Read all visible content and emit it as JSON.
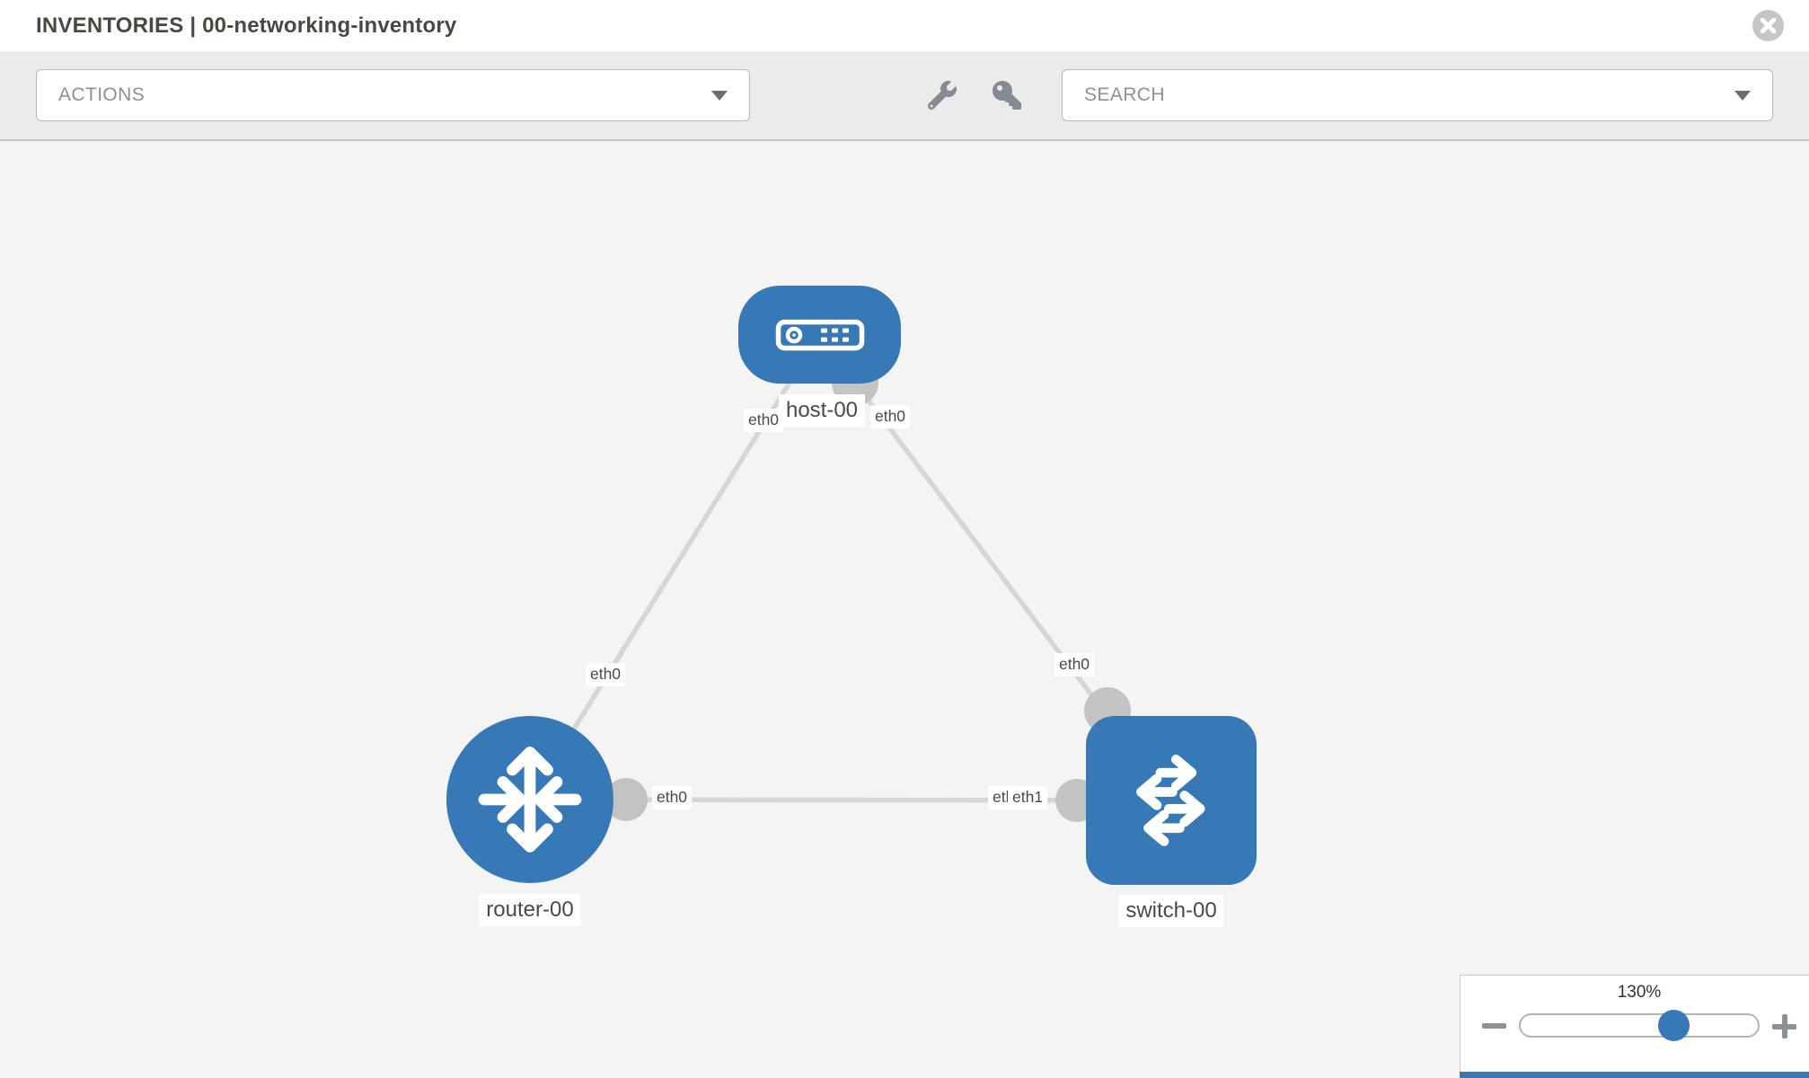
{
  "header": {
    "title": "INVENTORIES | 00-networking-inventory"
  },
  "toolbar": {
    "actions_label": "ACTIONS",
    "search_label": "SEARCH",
    "icons": [
      "wrench-icon",
      "key-icon"
    ]
  },
  "topology": {
    "nodes": [
      {
        "id": "host-00",
        "type": "host",
        "label": "host-00"
      },
      {
        "id": "router-00",
        "type": "router",
        "label": "router-00"
      },
      {
        "id": "switch-00",
        "type": "switch",
        "label": "switch-00"
      }
    ],
    "links": [
      {
        "from": "host-00",
        "to": "router-00",
        "from_if": "eth0",
        "to_if": "eth0"
      },
      {
        "from": "host-00",
        "to": "switch-00",
        "from_if": "eth0",
        "to_if": "eth0"
      },
      {
        "from": "router-00",
        "to": "switch-00",
        "from_if": "eth0",
        "to_if": "eth1"
      }
    ],
    "interface_chips": [
      {
        "label": "eth0",
        "link": "host-router",
        "end": "host"
      },
      {
        "label": "eth0",
        "link": "host-switch",
        "end": "host"
      },
      {
        "label": "eth0",
        "link": "host-router",
        "end": "router"
      },
      {
        "label": "eth0",
        "link": "host-switch",
        "end": "switch"
      },
      {
        "label": "eth0",
        "link": "router-switch",
        "end": "router"
      },
      {
        "label": "eth0",
        "link": "router-switch",
        "end": "switch-under"
      },
      {
        "label": "eth1",
        "link": "router-switch",
        "end": "switch-top"
      }
    ],
    "colors": {
      "node_fill": "#3779b6",
      "link_stroke": "#d6d6d6",
      "connector_fill": "#c3c3c3",
      "canvas_bg": "#f4f4f4"
    }
  },
  "zoom_control": {
    "level": "130%"
  }
}
